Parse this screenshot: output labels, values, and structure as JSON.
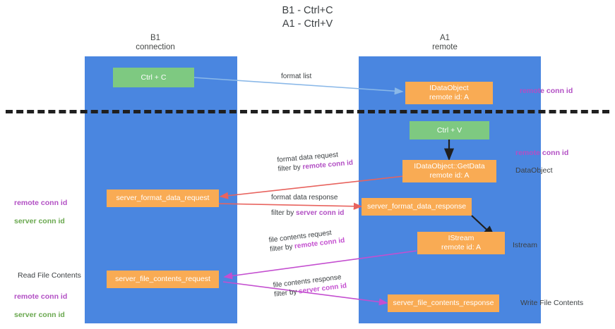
{
  "diagram": {
    "title": "B1 - Ctrl+C\nA1 - Ctrl+V",
    "lanes": [
      {
        "id": "b1",
        "header": "B1\nconnection"
      },
      {
        "id": "a1",
        "header": "A1\nremote"
      }
    ],
    "nodes": [
      {
        "id": "ctrl-c",
        "label": "Ctrl + C",
        "color": "#7ec981"
      },
      {
        "id": "idataobject",
        "label": "IDataObject\nremote id: A",
        "color": "#f9ab54"
      },
      {
        "id": "ctrl-v",
        "label": "Ctrl + V",
        "color": "#7ec981"
      },
      {
        "id": "idataobject-getdata",
        "label": "IDataObject::GetData\nremote id: A",
        "color": "#f9ab54"
      },
      {
        "id": "server-format-data-request",
        "label": "server_format_data_request",
        "color": "#f9ab54"
      },
      {
        "id": "server-format-data-response",
        "label": "server_format_data_response",
        "color": "#f9ab54"
      },
      {
        "id": "istream",
        "label": "IStream\nremote id: A",
        "color": "#f9ab54"
      },
      {
        "id": "server-file-contents-request",
        "label": "server_file_contents_request",
        "color": "#f9ab54"
      },
      {
        "id": "server-file-contents-response",
        "label": "server_file_contents_response",
        "color": "#f9ab54"
      }
    ],
    "edge_labels": [
      {
        "id": "format-list",
        "line1": "format list",
        "line2": "",
        "line2_accent": ""
      },
      {
        "id": "format-data-request",
        "line1": "format data request",
        "line2": "filter by ",
        "line2_accent": "remote conn id"
      },
      {
        "id": "format-data-response",
        "line1": "format data response",
        "line2": "filter by ",
        "line2_accent": "server conn id"
      },
      {
        "id": "file-contents-request",
        "line1": "file contents request",
        "line2": "filter by ",
        "line2_accent": "remote conn id"
      },
      {
        "id": "file-contents-response",
        "line1": "file contents response",
        "line2": "filter by ",
        "line2_accent": "server conn id"
      }
    ],
    "annotations": {
      "right_remote_conn_id_top": "remote conn id",
      "right_remote_conn_id_mid": "remote conn id",
      "right_dataobject": "DataObject",
      "right_istream": "Istream",
      "right_write_file_contents": "Write File Contents",
      "left_read_file_contents": "Read File Contents",
      "left_remote_conn_id": "remote conn id",
      "left_server_conn_id": "server conn id",
      "left_bottom_remote_conn_id": "remote conn id",
      "left_bottom_server_conn_id": "server conn id"
    },
    "colors": {
      "lane": "#4a86e0",
      "green_node": "#7ec981",
      "orange_node": "#f9ab54",
      "purple_text": "#b24fc4",
      "green_text": "#6aa84f",
      "red_arrow": "#e8635e",
      "magenta_arrow": "#c44fd0",
      "blue_arrow": "#8ab8e8",
      "black_arrow": "#1f1f1f",
      "divider": "#1f1f1f"
    }
  }
}
